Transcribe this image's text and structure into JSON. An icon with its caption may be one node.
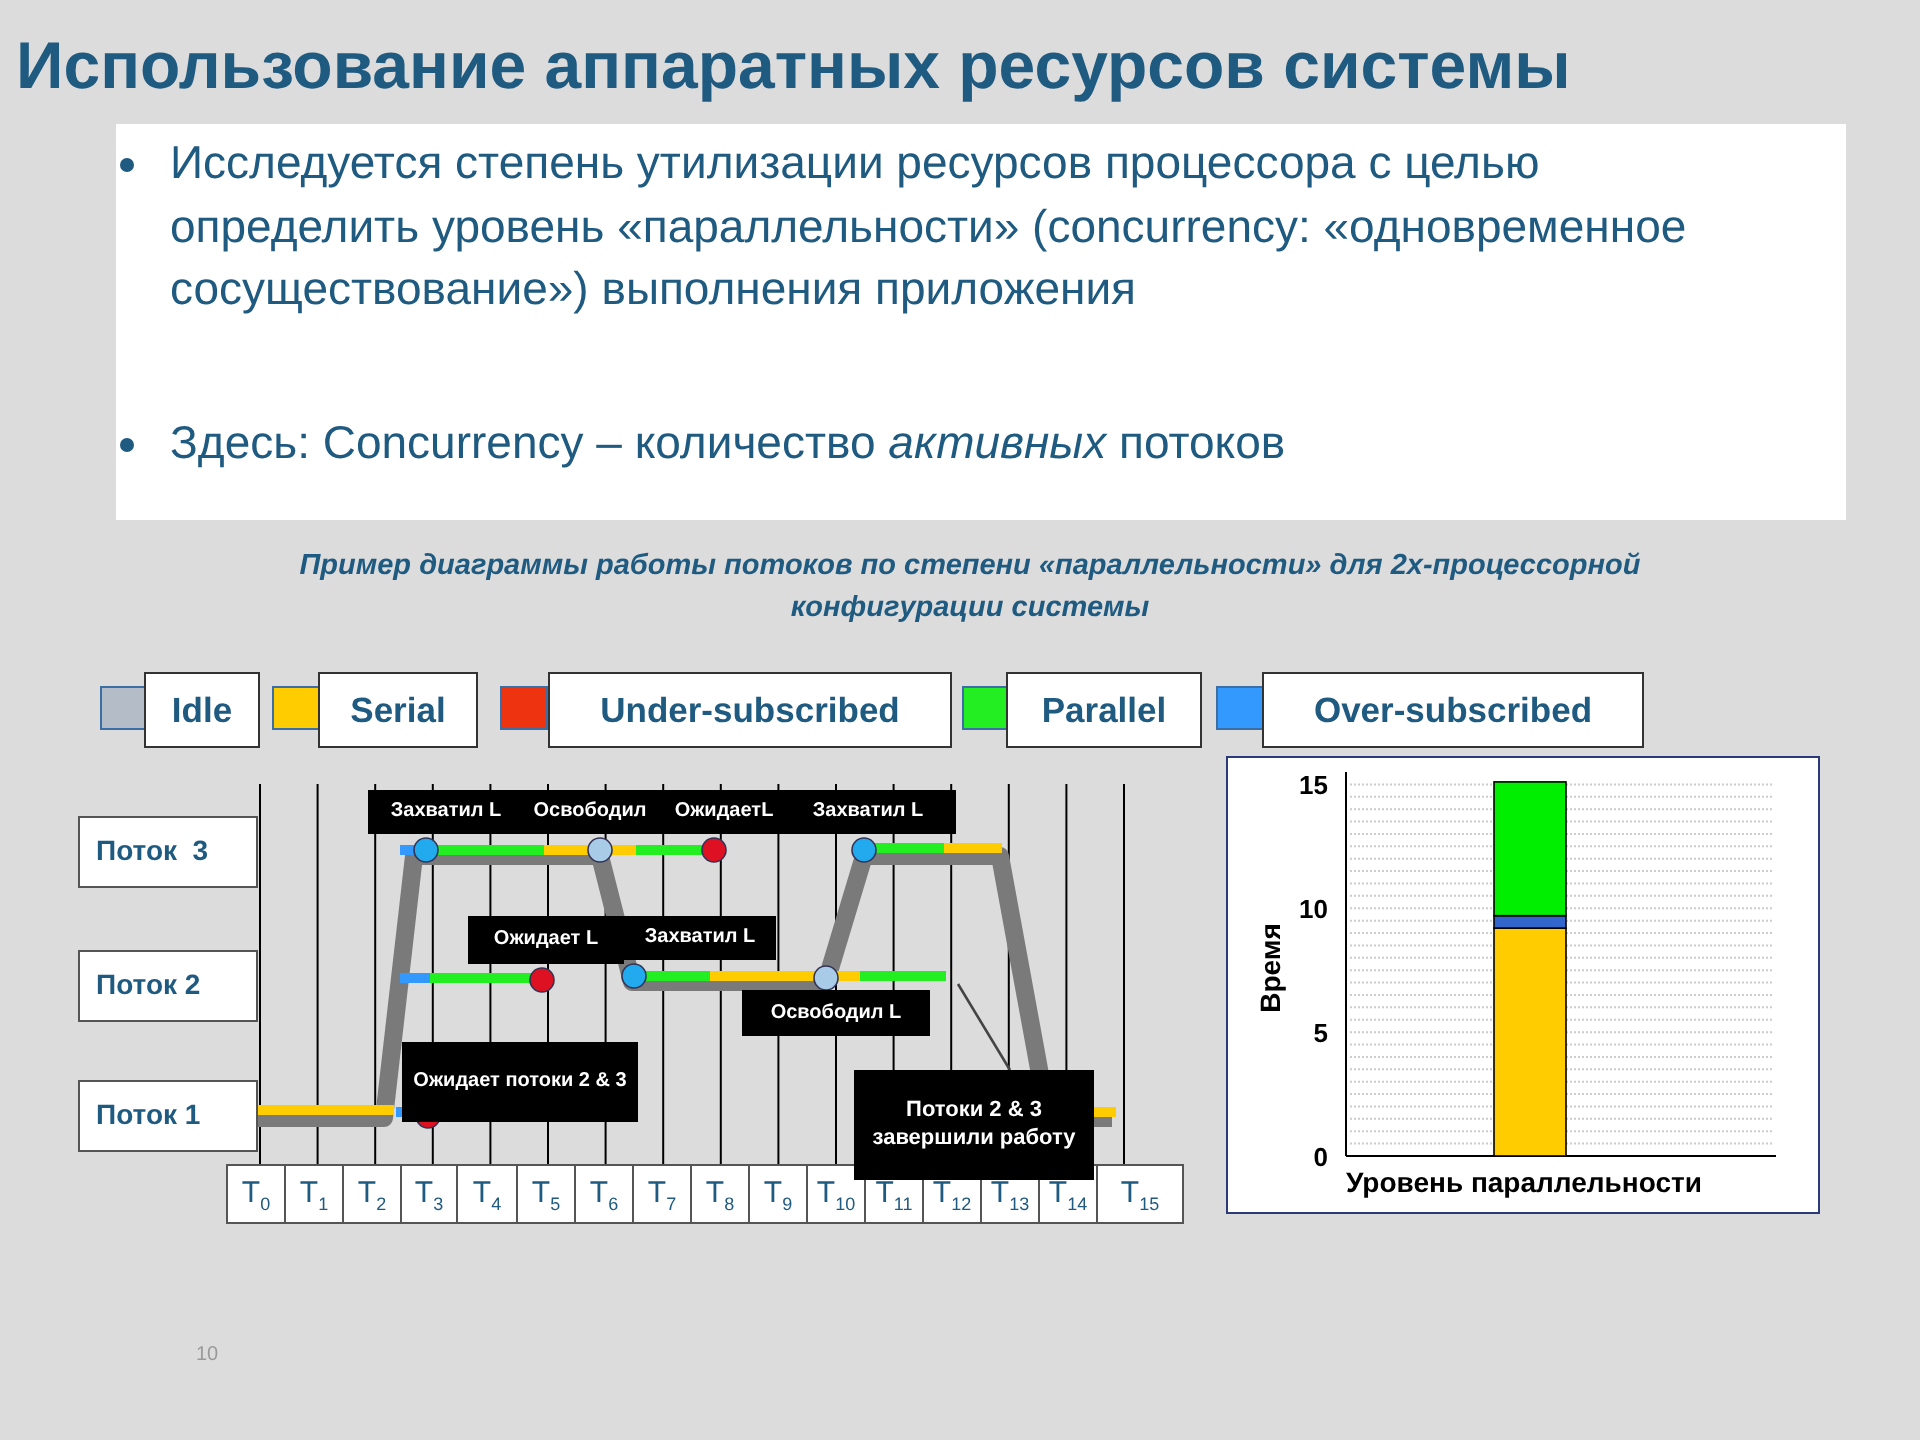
{
  "diagram": {
    "title": "Использование аппаратных ресурсов системы",
    "nodes": [
      {
        "text": [
          "Поток  3"
        ]
      },
      {
        "text": [
          "Поток 2"
        ]
      },
      {
        "text": [
          "Поток 1"
        ]
      },
      {
        "text": [
          "Захватил L",
          "Освободил",
          "ОжидаетL",
          "Захватил L"
        ]
      },
      {
        "text": [
          "Ожидает  L"
        ]
      },
      {
        "text": [
          "Захватил L"
        ]
      },
      {
        "text": [
          "Освободил  L"
        ]
      },
      {
        "text": [
          "Ожидает потоки 2 & 3"
        ]
      },
      {
        "text": [
          "Потоки 2 & 3 завершили работу"
        ]
      }
    ],
    "edges": [
      {
        "from": null,
        "to": 8,
        "arrow": "none"
      }
    ],
    "labels": [
      "Исследуется степень утилизации ресурсов процессора с целью определить уровень «параллельности» (concurrency: «одновременное сосуществование») выполнения приложения",
      "Здесь: Concurrency – количество *активных* потоков",
      "Пример диаграммы работы потоков по степени «параллельности» для 2х-процессорной конфигурации системы",
      "T$_{0}$",
      "T$_{1}$",
      "T$_{2}$",
      "T$_{3}$",
      "T$_{4}$",
      "T$_{5}$",
      "T$_{6}$",
      "T$_{7}$",
      "T$_{8}$",
      "T$_{9}$",
      "T$_{10}$",
      "T$_{11}$",
      "T$_{12}$",
      "T$_{13}$",
      "T$_{14}$",
      "T$_{15}$",
      "10"
    ],
    "legend": [
      {
        "text": "Idle",
        "color": "#b4bcc8"
      },
      {
        "text": "Serial",
        "color": "#ffcc00"
      },
      {
        "text": "Under-subscribed",
        "color": "#ee3311"
      },
      {
        "text": "Parallel",
        "color": "#22ee22"
      },
      {
        "text": "Over-subscribed",
        "color": "#3399ff"
      }
    ],
    "chart_data": {
      "type": "bar",
      "xlabel": "Уровень параллельности",
      "ylabel": "Время",
      "categories": [
        null
      ],
      "stacked": true,
      "grid": true,
      "ylim": [
        0,
        15.5
      ],
      "yticks": [
        0,
        5,
        10,
        15
      ],
      "series": [
        {
          "color": "#ffcc00",
          "values": [
            9.2
          ]
        },
        {
          "color": "#3366cc",
          "values": [
            0.5
          ]
        },
        {
          "color": "#00ee00",
          "values": [
            5.4
          ]
        }
      ]
    }
  }
}
